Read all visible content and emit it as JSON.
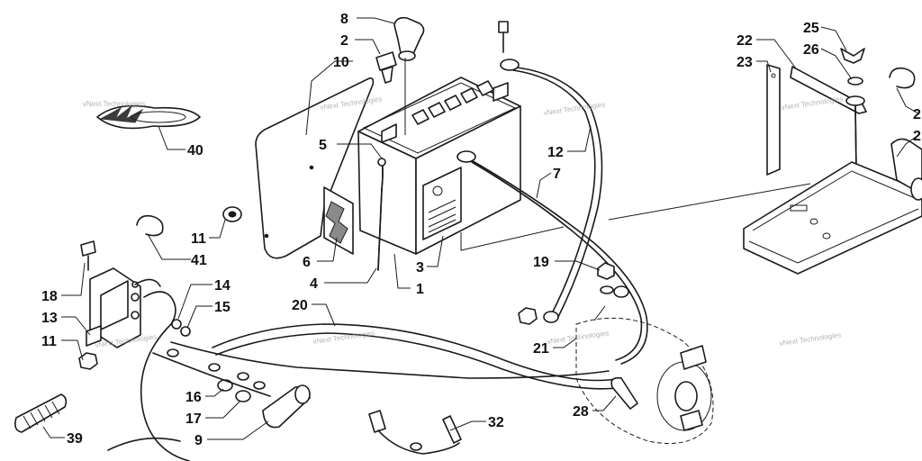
{
  "watermark_text": "vNext Technologies",
  "callouts": [
    {
      "id": "8",
      "label": "8"
    },
    {
      "id": "2",
      "label": "2"
    },
    {
      "id": "10",
      "label": "10"
    },
    {
      "id": "5",
      "label": "5"
    },
    {
      "id": "40",
      "label": "40"
    },
    {
      "id": "11a",
      "label": "11"
    },
    {
      "id": "41",
      "label": "41"
    },
    {
      "id": "6",
      "label": "6"
    },
    {
      "id": "4",
      "label": "4"
    },
    {
      "id": "3",
      "label": "3"
    },
    {
      "id": "1",
      "label": "1"
    },
    {
      "id": "12",
      "label": "12"
    },
    {
      "id": "7",
      "label": "7"
    },
    {
      "id": "19",
      "label": "19"
    },
    {
      "id": "18",
      "label": "18"
    },
    {
      "id": "13",
      "label": "13"
    },
    {
      "id": "11b",
      "label": "11"
    },
    {
      "id": "14",
      "label": "14"
    },
    {
      "id": "15",
      "label": "15"
    },
    {
      "id": "20",
      "label": "20"
    },
    {
      "id": "21",
      "label": "21"
    },
    {
      "id": "16",
      "label": "16"
    },
    {
      "id": "17",
      "label": "17"
    },
    {
      "id": "9",
      "label": "9"
    },
    {
      "id": "39",
      "label": "39"
    },
    {
      "id": "32",
      "label": "32"
    },
    {
      "id": "28",
      "label": "28"
    },
    {
      "id": "22",
      "label": "22"
    },
    {
      "id": "23",
      "label": "23"
    },
    {
      "id": "25",
      "label": "25"
    },
    {
      "id": "26",
      "label": "26"
    },
    {
      "id": "27",
      "label": "2"
    },
    {
      "id": "24",
      "label": "2"
    }
  ]
}
